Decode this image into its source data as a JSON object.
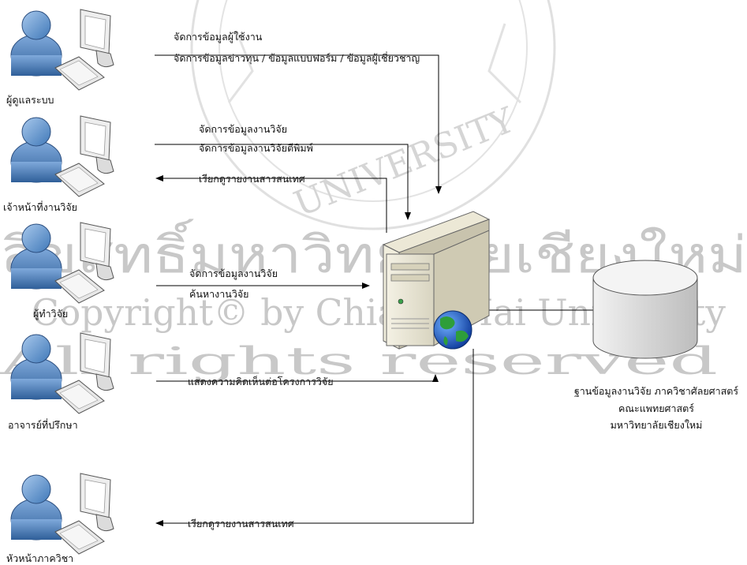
{
  "watermark": {
    "thai_line": "ลิขสิทธิ์มหาวิทยาลัยเชียงใหม่",
    "copyright_line": "Copyright© by Chiang Mai University",
    "rights_line": "All rights reserved",
    "university_arc": "UNIVERSITY"
  },
  "actors": {
    "admin": "ผู้ดูแลระบบ",
    "research_staff": "เจ้าหน้าที่งานวิจัย",
    "researcher": "ผู้ทำวิจัย",
    "advisor": "อาจารย์ที่ปรึกษา",
    "department_head": "หัวหน้าภาควิชา"
  },
  "flows": {
    "admin_1": "จัดการข้อมูลผู้ใช้งาน",
    "admin_2": "จัดการข้อมูลข่าวทุน / ข้อมูลแบบฟอร์ม / ข้อมูลผู้เชี่ยวชาญ",
    "staff_1": "จัดการข้อมูลงานวิจัย",
    "staff_2": "จัดการข้อมูลงานวิจัยตีพิมพ์",
    "staff_report": "เรียกดูรายงานสารสนเทศ",
    "researcher_1": "จัดการข้อมูลงานวิจัย",
    "researcher_2": "ค้นหางานวิจัย",
    "advisor_1": "แสดงความคิดเห็นต่อโครงการวิจัย",
    "head_report": "เรียกดูรายงานสารสนเทศ"
  },
  "database": {
    "line1": "ฐานข้อมูลงานวิจัย ภาควิชาศัลยศาสตร์",
    "line2": "คณะแพทยศาสตร์",
    "line3": "มหาวิทยาลัยเชียงใหม่"
  }
}
